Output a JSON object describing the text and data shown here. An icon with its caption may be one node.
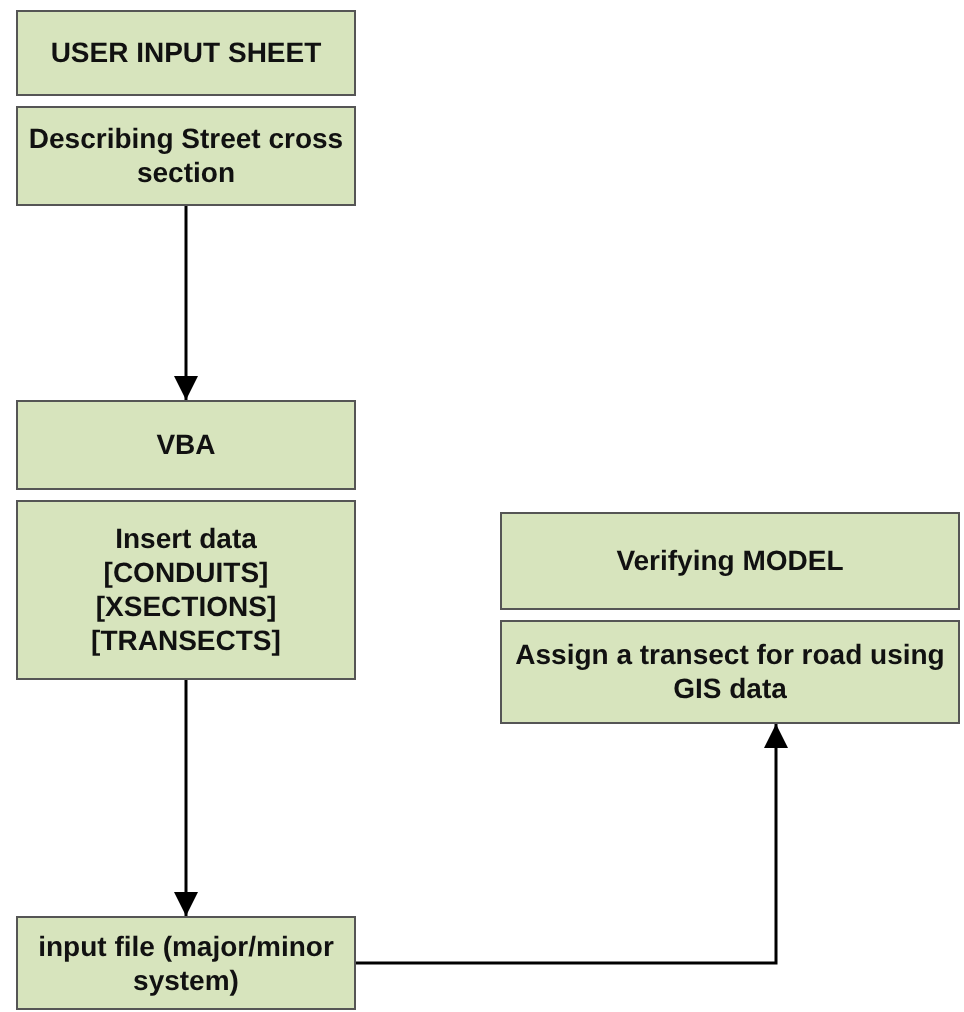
{
  "diagram": {
    "nodes": [
      {
        "text": [
          "USER INPUT SHEET"
        ]
      },
      {
        "text": [
          "Describing Street cross section"
        ]
      },
      {
        "text": [
          "VBA"
        ]
      },
      {
        "text": [
          "Insert data",
          "[CONDUITS]",
          "[XSECTIONS]",
          "[TRANSECTS]"
        ]
      },
      {
        "text": [
          "input file (major/minor system)"
        ]
      },
      {
        "text": [
          "Verifying MODEL"
        ]
      },
      {
        "text": [
          "Assign a transect for road using GIS data"
        ]
      }
    ],
    "edges": [
      {
        "from": 1,
        "to": 2,
        "arrow": "to"
      },
      {
        "from": 3,
        "to": 4,
        "arrow": "to"
      },
      {
        "from": 4,
        "to": 6,
        "arrow": "to"
      }
    ]
  }
}
